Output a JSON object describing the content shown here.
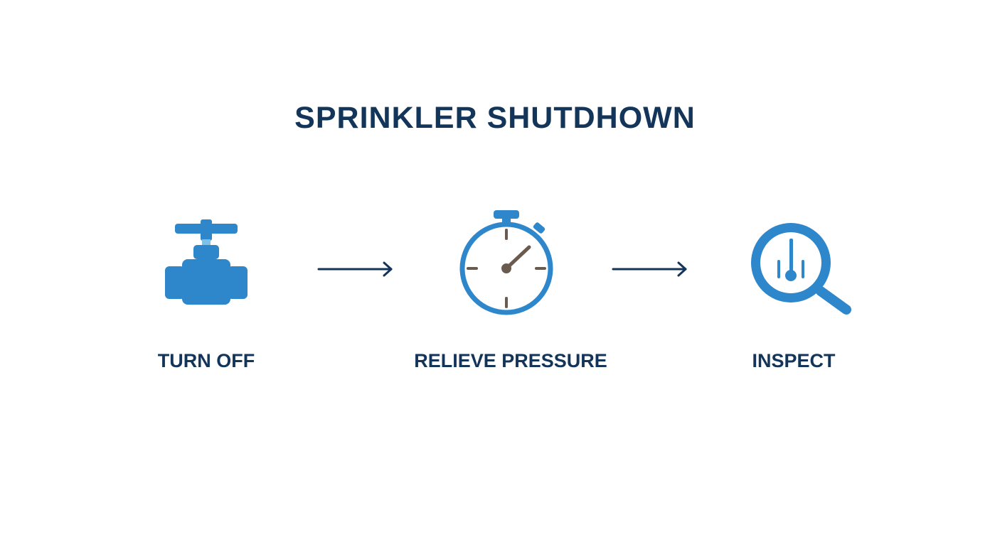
{
  "title": "SPRINKLER SHUTDHOWN",
  "colors": {
    "icon_blue": "#2e86cb",
    "icon_light_blue": "#7fc0ea",
    "text_navy": "#14355a",
    "clock_hand": "#6b5a4e"
  },
  "steps": [
    {
      "label": "TURN OFF",
      "icon": "valve-icon"
    },
    {
      "label": "RELIEVE PRESSURE",
      "icon": "stopwatch-icon"
    },
    {
      "label": "INSPECT",
      "icon": "magnifier-icon"
    }
  ],
  "connectors": [
    "arrow-right-icon",
    "arrow-right-icon"
  ]
}
